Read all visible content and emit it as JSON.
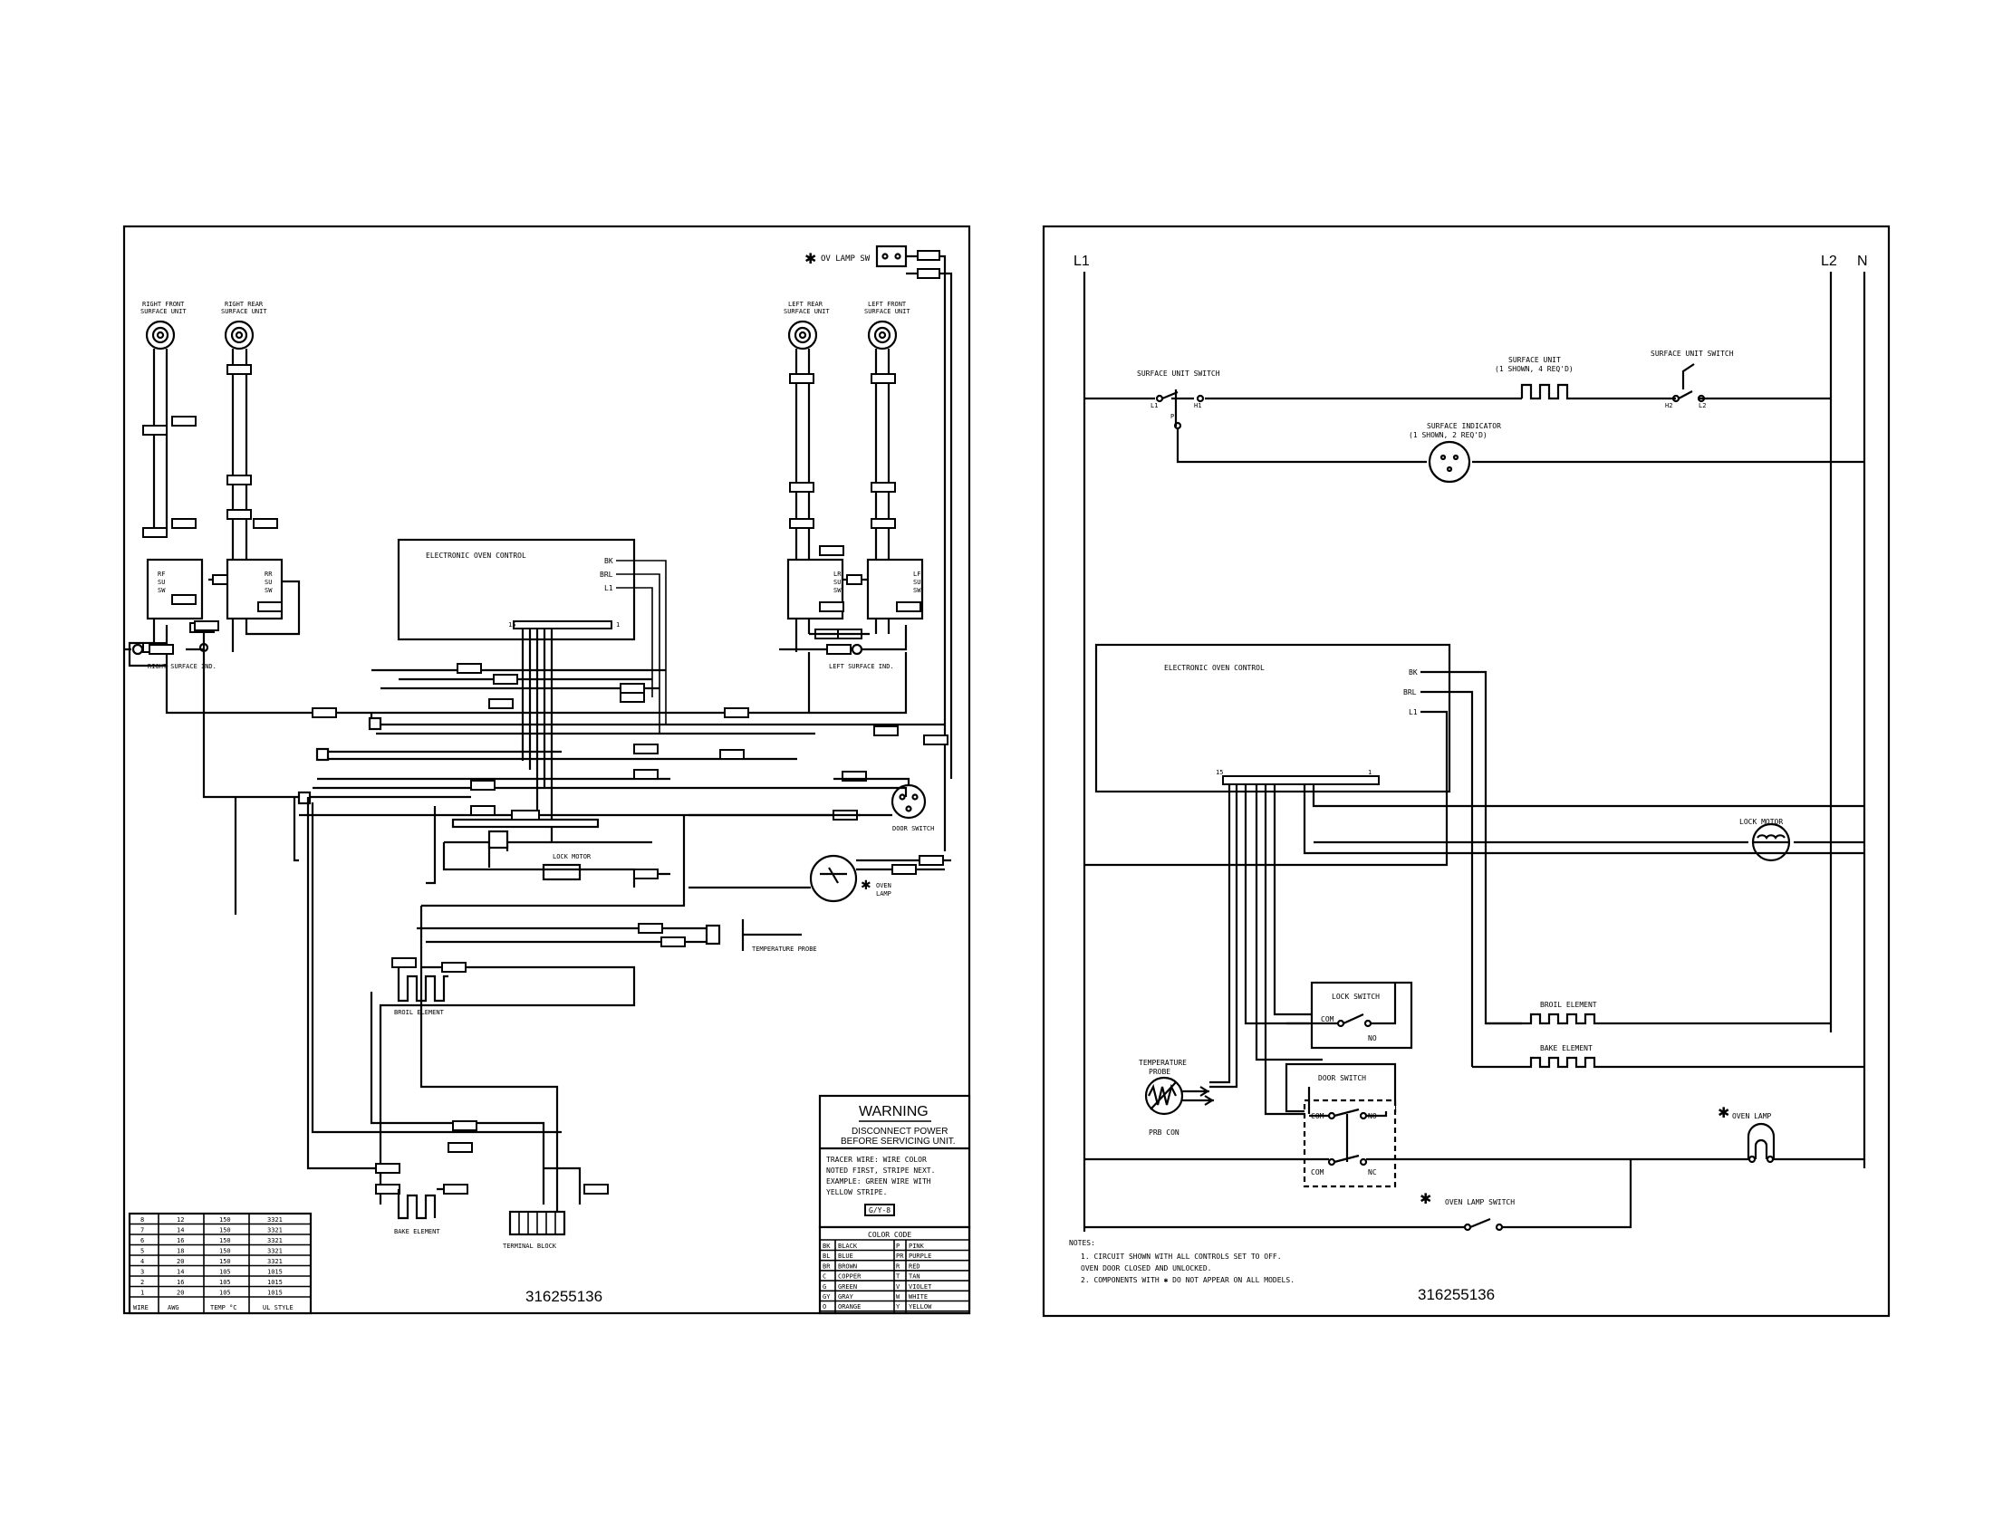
{
  "left_sheet": {
    "oven_lamp_sw": "OV LAMP SW",
    "right_front_surface_unit": [
      "RIGHT FRONT",
      "SURFACE UNIT"
    ],
    "right_rear_surface_unit": [
      "RIGHT REAR",
      "SURFACE UNIT"
    ],
    "left_rear_surface_unit": [
      "LEFT REAR",
      "SURFACE UNIT"
    ],
    "left_front_surface_unit": [
      "LEFT FRONT",
      "SURFACE UNIT"
    ],
    "electronic_oven_control": "ELECTRONIC OVEN CONTROL",
    "control_terminals": [
      "BK",
      "BRL",
      "L1"
    ],
    "connector_start": "15",
    "connector_end": "1",
    "right_surface_ind": "RIGHT SURFACE IND.",
    "left_surface_ind": "LEFT SURFACE IND.",
    "door_switch": "DOOR SWITCH",
    "lock_motor": "LOCK MOTOR",
    "oven_lamp": [
      "OVEN",
      "LAMP"
    ],
    "temperature_probe": "TEMPERATURE PROBE",
    "broil_element": "BROIL ELEMENT",
    "bake_element": "BAKE ELEMENT",
    "terminal_block": "TERMINAL BLOCK",
    "part_number": "316255136",
    "warning": {
      "title": "WARNING",
      "line1": "DISCONNECT POWER",
      "line2": "BEFORE SERVICING UNIT.",
      "tracer": [
        "TRACER WIRE:   WIRE COLOR",
        "NOTED FIRST, STRIPE NEXT.",
        "EXAMPLE:  GREEN WIRE WITH",
        "YELLOW STRIPE."
      ],
      "example_tag": "G/Y-8"
    },
    "color_code": {
      "title": "COLOR CODE",
      "rows": [
        [
          "BK",
          "BLACK",
          "P",
          "PINK"
        ],
        [
          "BL",
          "BLUE",
          "PR",
          "PURPLE"
        ],
        [
          "BR",
          "BROWN",
          "R",
          "RED"
        ],
        [
          "C",
          "COPPER",
          "T",
          "TAN"
        ],
        [
          "G",
          "GREEN",
          "V",
          "VIOLET"
        ],
        [
          "GY",
          "GRAY",
          "W",
          "WHITE"
        ],
        [
          "O",
          "ORANGE",
          "Y",
          "YELLOW"
        ]
      ]
    },
    "wire_table": {
      "rows": [
        [
          "8",
          "12",
          "150",
          "3321"
        ],
        [
          "7",
          "14",
          "150",
          "3321"
        ],
        [
          "6",
          "16",
          "150",
          "3321"
        ],
        [
          "5",
          "18",
          "150",
          "3321"
        ],
        [
          "4",
          "20",
          "150",
          "3321"
        ],
        [
          "3",
          "14",
          "105",
          "1015"
        ],
        [
          "2",
          "16",
          "105",
          "1015"
        ],
        [
          "1",
          "20",
          "105",
          "1015"
        ]
      ],
      "header": [
        "WIRE",
        "AWG",
        "TEMP °C",
        "UL STYLE"
      ]
    }
  },
  "right_sheet": {
    "l1": "L1",
    "l2": "L2",
    "n": "N",
    "surface_unit_switch": "SURFACE UNIT SWITCH",
    "surface_unit": [
      "SURFACE UNIT",
      "(1 SHOWN, 4 REQ'D)"
    ],
    "surface_unit_switch_right": "SURFACE UNIT SWITCH",
    "surface_indicator": [
      "SURFACE INDICATOR",
      "(1 SHOWN, 2 REQ'D)"
    ],
    "switch_terminals": [
      "L1",
      "P",
      "H1",
      "H2",
      "L2"
    ],
    "electronic_oven_control": "ELECTRONIC OVEN CONTROL",
    "control_terminals": [
      "BK",
      "BRL",
      "L1"
    ],
    "connector_start": "15",
    "connector_end": "1",
    "lock_motor": "LOCK MOTOR",
    "lock_switch": "LOCK SWITCH",
    "lock_com": "COM",
    "lock_no": "NO",
    "broil_element": "BROIL ELEMENT",
    "bake_element": "BAKE ELEMENT",
    "temperature_probe": [
      "TEMPERATURE",
      "PROBE"
    ],
    "prb_con": "PRB CON",
    "door_switch": "DOOR SWITCH",
    "door_com": "COM",
    "door_no": "NO",
    "door_com2": "COM",
    "door_nc": "NC",
    "oven_lamp": "OVEN LAMP",
    "oven_lamp_switch": "OVEN LAMP SWITCH",
    "notes_title": "NOTES:",
    "notes": [
      "1.   CIRCUIT SHOWN WITH ALL CONTROLS SET TO OFF.",
      "      OVEN DOOR CLOSED AND UNLOCKED.",
      "2.   COMPONENTS WITH   ✱  DO NOT APPEAR ON ALL MODELS."
    ],
    "part_number": "316255136"
  }
}
